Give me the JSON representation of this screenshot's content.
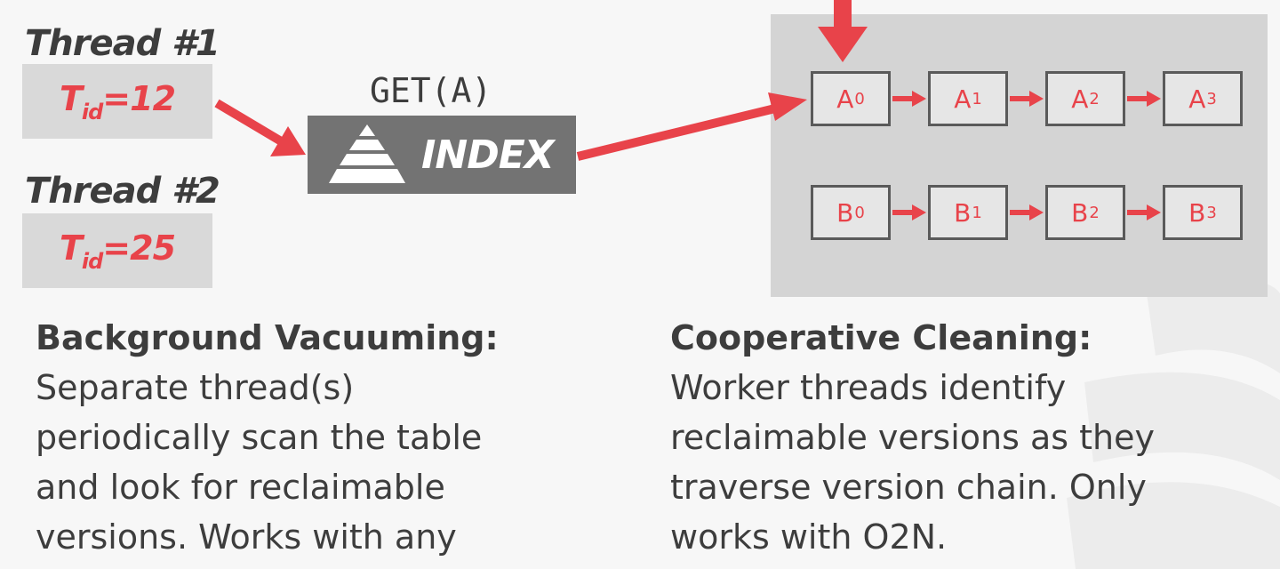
{
  "threads": [
    {
      "label": "Thread #1",
      "tid_base": "T",
      "tid_sub": "id",
      "tid_value": "=12"
    },
    {
      "label": "Thread #2",
      "tid_base": "T",
      "tid_sub": "id",
      "tid_value": "=25"
    }
  ],
  "index": {
    "query": "GET(A)",
    "label": "INDEX"
  },
  "chains": {
    "a": [
      {
        "base": "A",
        "sub": "0"
      },
      {
        "base": "A",
        "sub": "1"
      },
      {
        "base": "A",
        "sub": "2"
      },
      {
        "base": "A",
        "sub": "3"
      }
    ],
    "b": [
      {
        "base": "B",
        "sub": "0"
      },
      {
        "base": "B",
        "sub": "1"
      },
      {
        "base": "B",
        "sub": "2"
      },
      {
        "base": "B",
        "sub": "3"
      }
    ]
  },
  "left_text": {
    "heading": "Background Vacuuming:",
    "body": "Separate thread(s)\nperiodically scan the table\nand look for reclaimable\nversions. Works with any"
  },
  "right_text": {
    "heading": "Cooperative Cleaning:",
    "body": "Worker threads identify\nreclaimable versions as they\ntraverse version chain. Only\nworks with O2N."
  },
  "colors": {
    "accent": "#e8434a",
    "text": "#3d3d3d",
    "index_bg": "#737373",
    "panel_bg": "#d4d4d4"
  }
}
